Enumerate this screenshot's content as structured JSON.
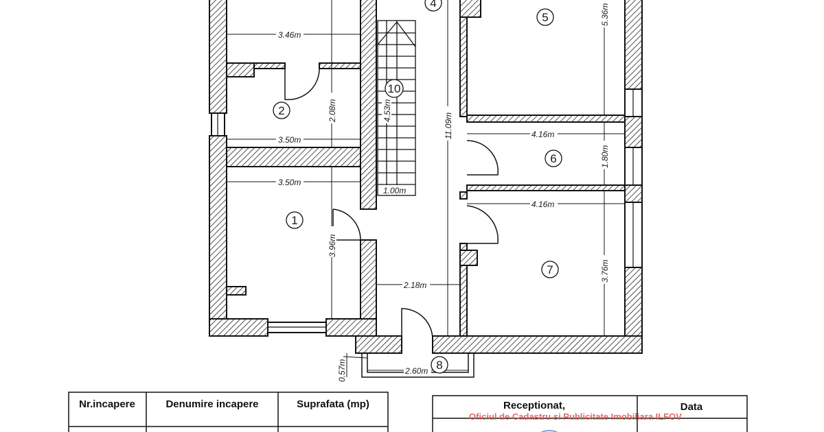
{
  "plan": {
    "rooms": [
      "1",
      "2",
      "4",
      "5",
      "6",
      "7",
      "8",
      "10"
    ],
    "dimensions": {
      "room2_top_width": "3.46m",
      "room2_height": "2.08m",
      "room2_bottom_width": "3.50m",
      "room1_width": "3.50m",
      "room1_height": "3.96m",
      "stair_length": "4.53m",
      "stair_width": "1.00m",
      "corridor_length": "11.09m",
      "corridor_width": "2.18m",
      "room5_height": "5.36m",
      "room6_width": "4.16m",
      "room6_height": "1.80m",
      "room7_width": "4.16m",
      "room7_height": "3.76m",
      "porch_width": "2.60m",
      "porch_depth": "0.57m"
    }
  },
  "rooms_table": {
    "headers": [
      "Nr.incapere",
      "Denumire incapere",
      "Suprafata (mp)"
    ]
  },
  "reception_table": {
    "headers": [
      "Receptionat,",
      "Data"
    ],
    "stamp_text": "Oficiul de Cadastru si Publicitate Imobiliara ILFOV"
  }
}
